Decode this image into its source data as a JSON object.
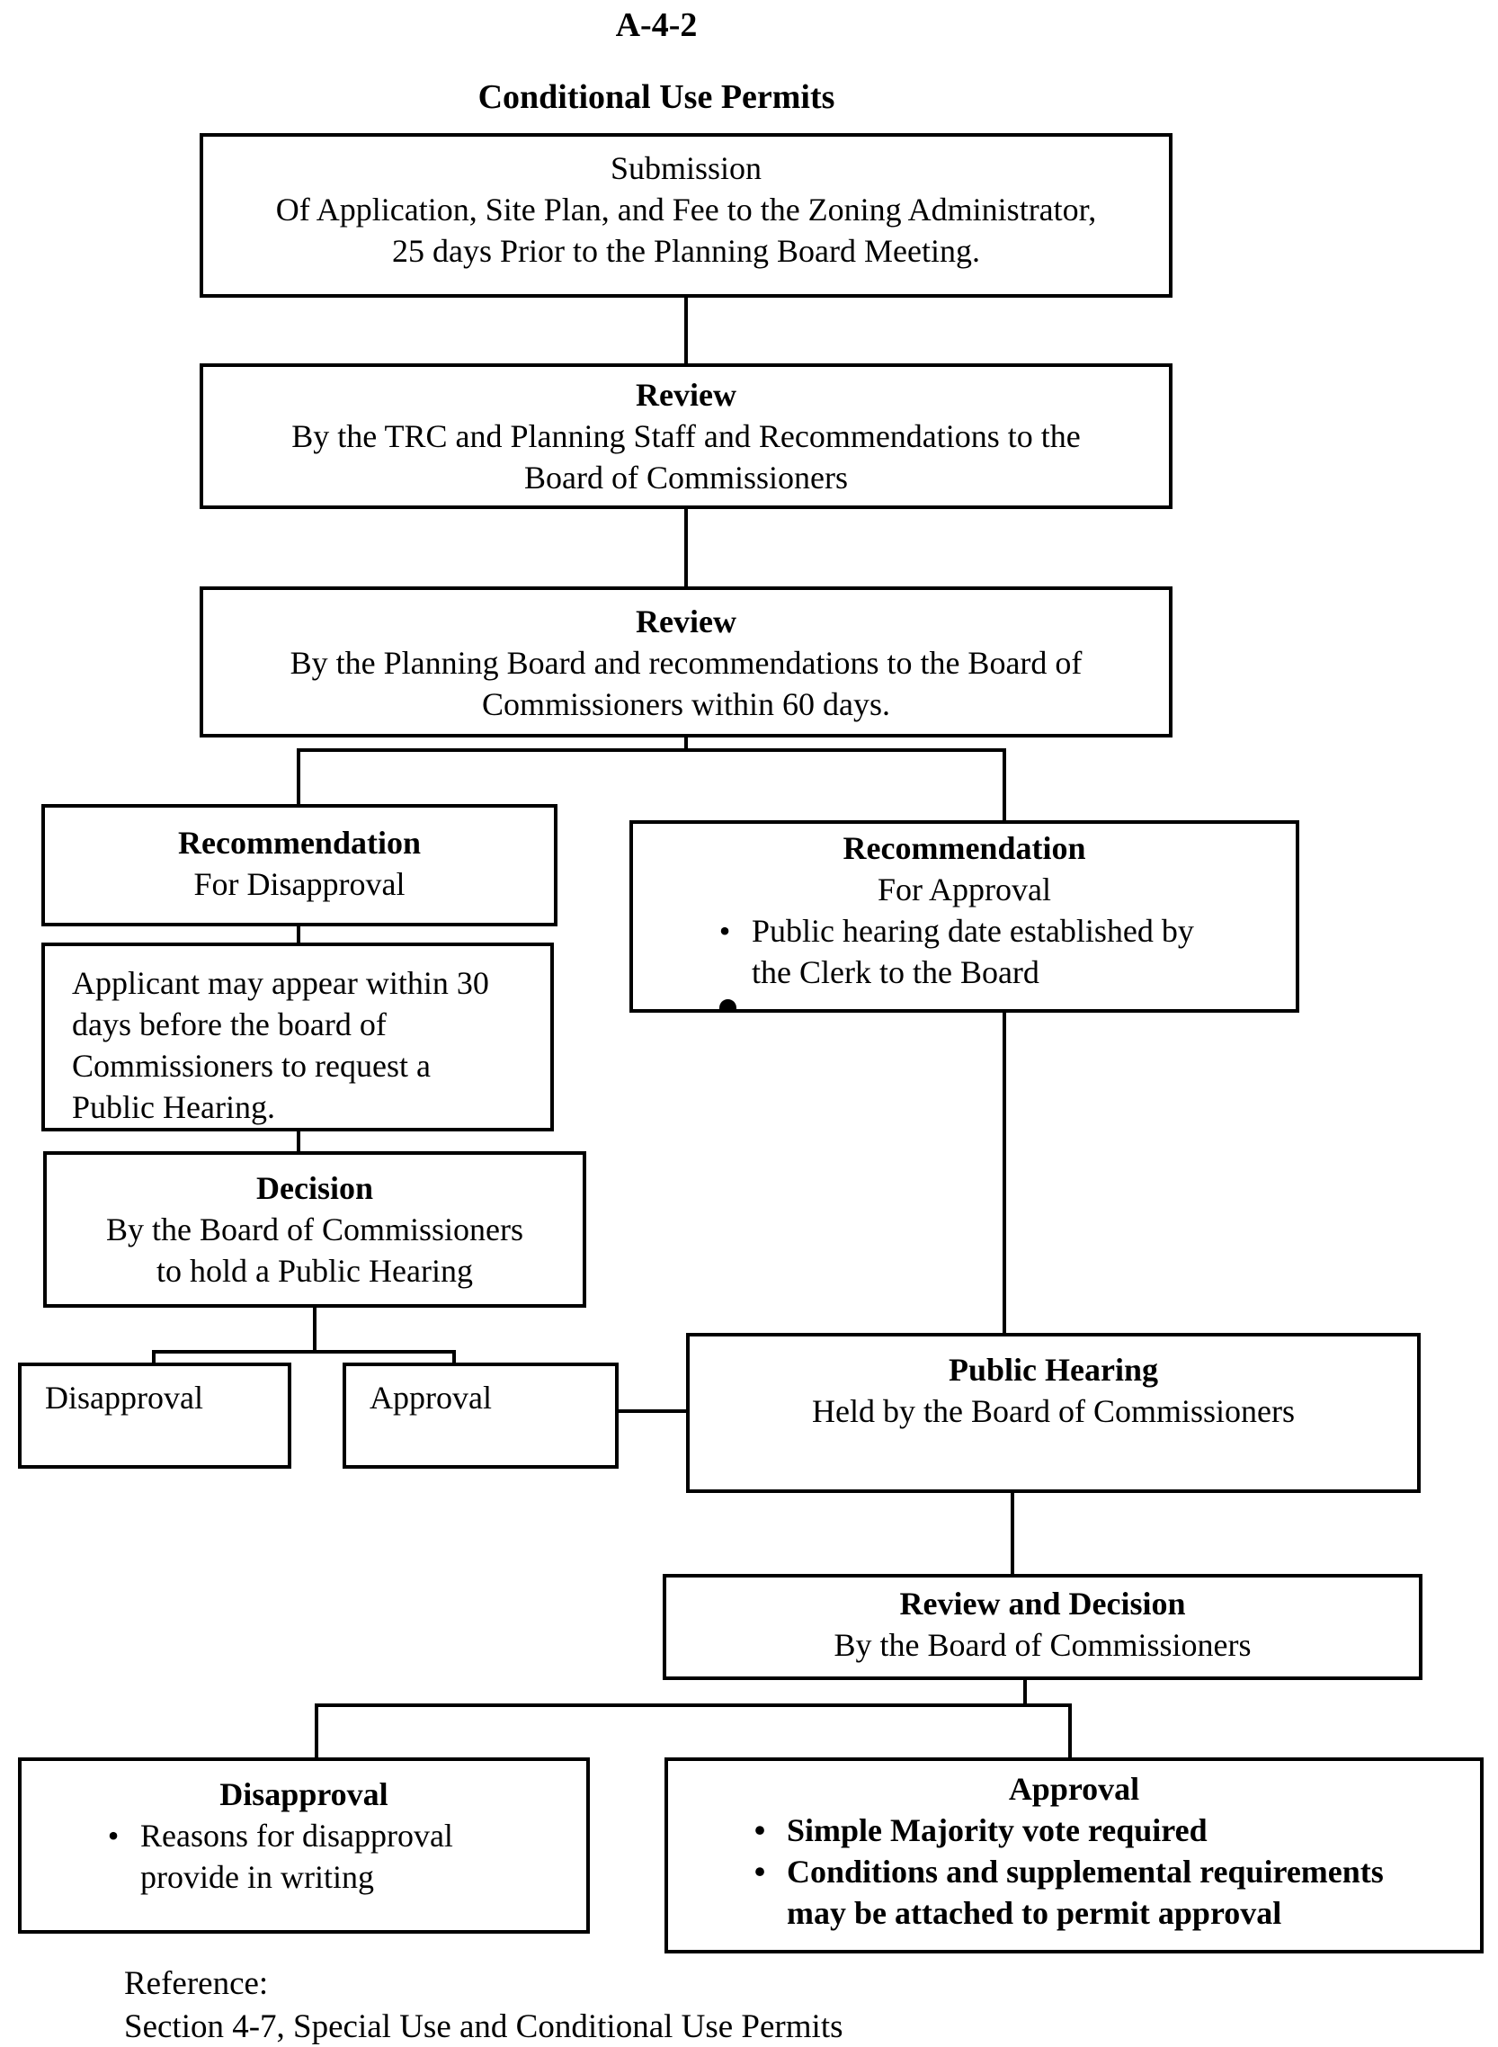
{
  "page": {
    "label": "A-4-2",
    "title": "Conditional Use Permits"
  },
  "colors": {
    "ink": "#000000",
    "paper": "#ffffff"
  },
  "boxes": {
    "submission": {
      "heading": "Submission",
      "line1": "Of Application, Site Plan, and Fee to the Zoning Administrator,",
      "line2": "25 days Prior to the Planning Board Meeting."
    },
    "review_trc": {
      "heading": "Review",
      "line1": "By the TRC and Planning Staff and Recommendations to the",
      "line2": "Board of Commissioners"
    },
    "review_planning": {
      "heading": "Review",
      "line1": "By the Planning Board and recommendations to the Board of",
      "line2": "Commissioners within 60 days."
    },
    "rec_disapproval": {
      "heading": "Recommendation",
      "subheading": "For Disapproval"
    },
    "rec_approval": {
      "heading": "Recommendation",
      "subheading": "For Approval",
      "bullet1": "Public hearing date established by the Clerk to the Board",
      "bullet_marker": "•"
    },
    "applicant": {
      "line1": "Applicant may appear within 30",
      "line2": "days before the board of",
      "line3": "Commissioners to request a",
      "line4": "Public Hearing."
    },
    "decision": {
      "heading": "Decision",
      "line1": "By the Board of Commissioners",
      "line2": "to hold a Public Hearing"
    },
    "disapproval_small": {
      "label": "Disapproval"
    },
    "approval_small": {
      "label": "Approval"
    },
    "public_hearing": {
      "heading": "Public Hearing",
      "subheading": "Held by the Board of Commissioners"
    },
    "review_decision": {
      "heading": "Review and Decision",
      "subheading": "By the Board of Commissioners"
    },
    "disapproval_final": {
      "heading": "Disapproval",
      "bullet1": "Reasons for disapproval provide in writing",
      "bullet_marker": "•"
    },
    "approval_final": {
      "heading": "Approval",
      "bullet1": "Simple Majority vote required",
      "bullet2": "Conditions and supplemental requirements may be attached to permit approval",
      "bullet_marker": "•"
    }
  },
  "reference": {
    "label": "Reference:",
    "text": "Section 4-7, Special Use and Conditional Use Permits"
  }
}
